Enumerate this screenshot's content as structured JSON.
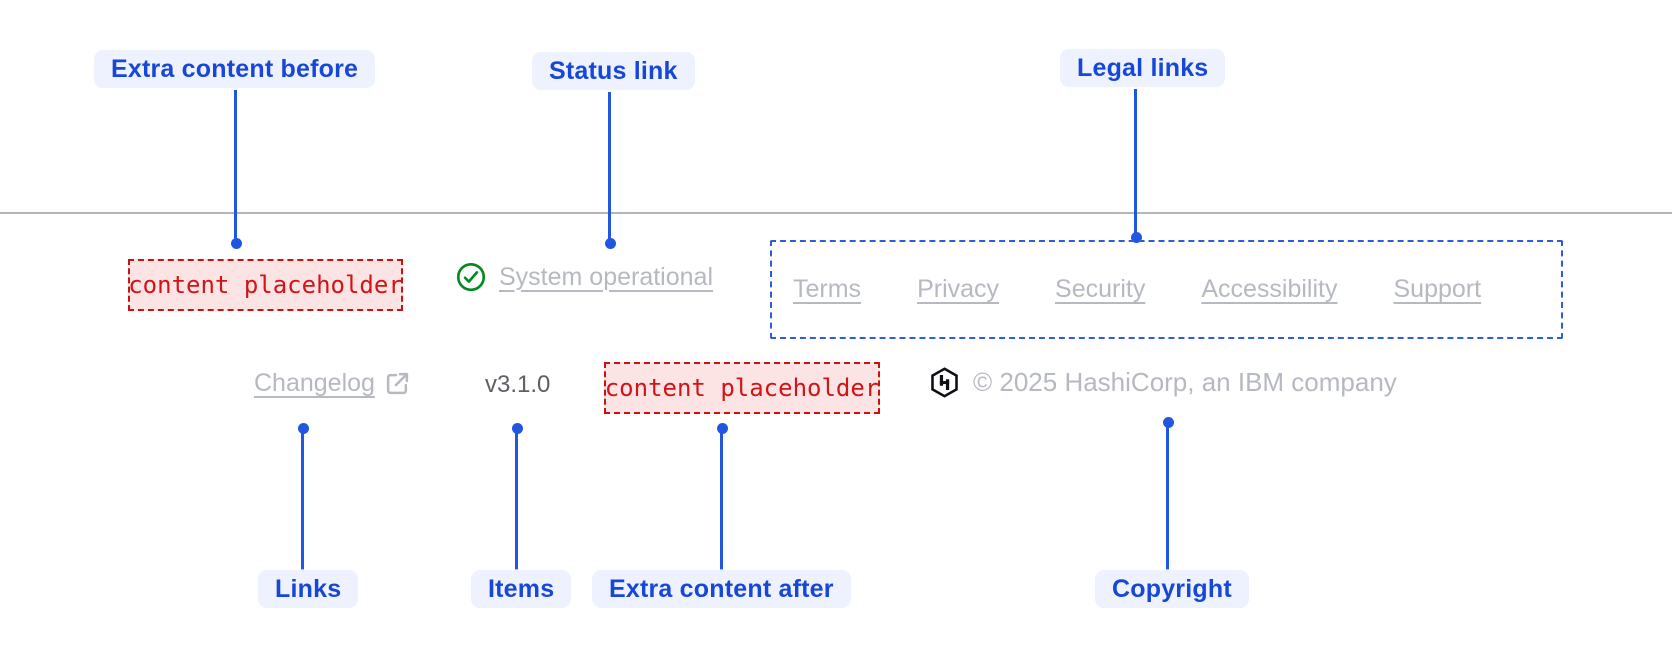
{
  "annotations": {
    "extra_content_before": "Extra content before",
    "status_link": "Status link",
    "legal_links": "Legal links",
    "links": "Links",
    "items": "Items",
    "extra_content_after": "Extra content after",
    "copyright": "Copyright"
  },
  "footer": {
    "extra_content_before_placeholder": "content placeholder",
    "status": {
      "label": "System operational",
      "icon": "check-circle-icon"
    },
    "legal_links": [
      "Terms",
      "Privacy",
      "Security",
      "Accessibility",
      "Support"
    ],
    "changelog_link": {
      "label": "Changelog",
      "icon": "external-link-icon"
    },
    "version": "v3.1.0",
    "extra_content_after_placeholder": "content placeholder",
    "copyright": "© 2025 HashiCorp, an IBM company",
    "logo": "hashicorp-logo"
  },
  "colors": {
    "annotation_blue": "#1747d8",
    "annotation_pill_bg": "#edf2fe",
    "connector_blue": "#2157e0",
    "legal_box_border": "#2e5cdb",
    "placeholder_red": "#d01418",
    "placeholder_bg": "#fce4e4",
    "status_green": "#008a22",
    "faded_link_gray": "#b6b9c1",
    "version_gray": "#5c6068",
    "divider_gray": "#b3b5bb",
    "logo_black": "#0d0f13"
  }
}
